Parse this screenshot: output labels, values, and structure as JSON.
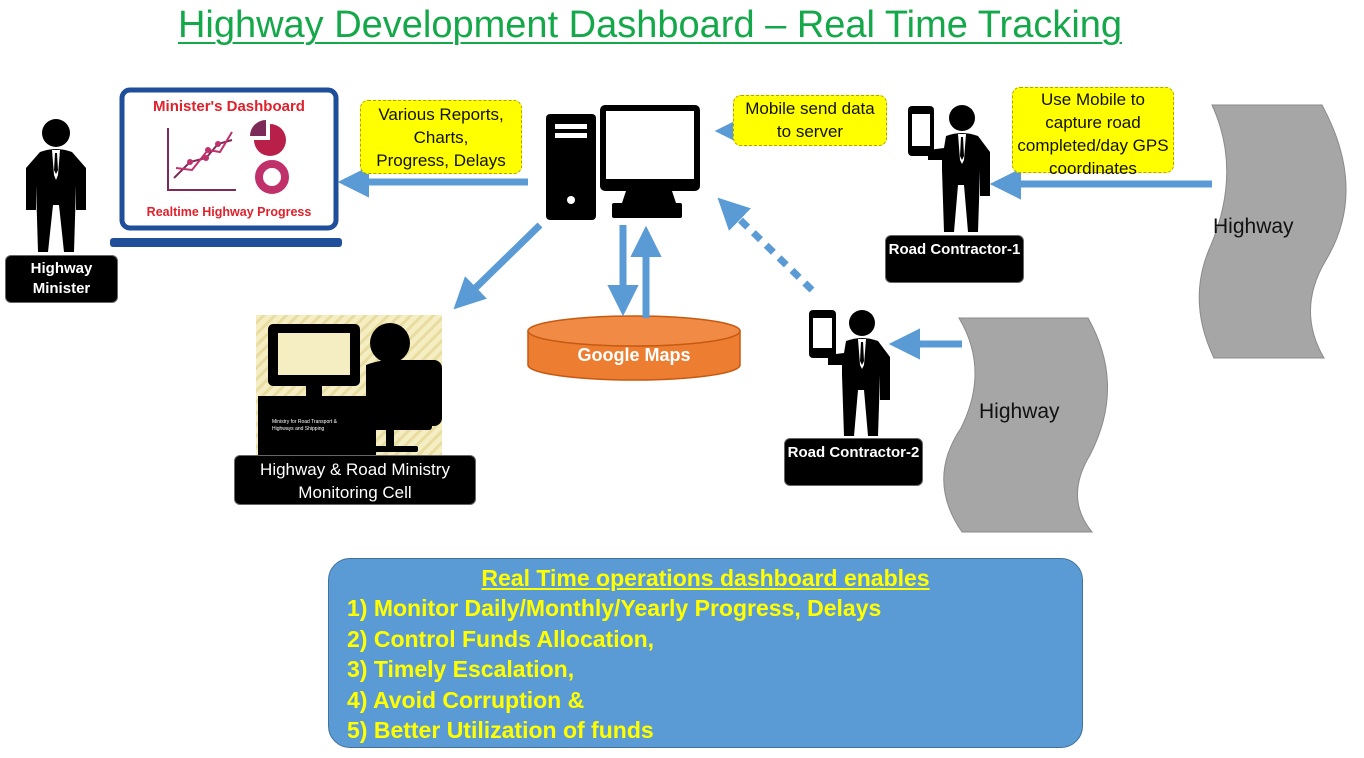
{
  "title": "Highway Development Dashboard – Real Time Tracking",
  "laptop": {
    "screen_title": "Minister's Dashboard",
    "screen_caption": "Realtime Highway Progress"
  },
  "callouts": {
    "reports": "Various Reports, Charts, Progress, Delays",
    "mobile_send": "Mobile send data to server",
    "capture": "Use Mobile to capture road completed/day GPS coordinates"
  },
  "labels": {
    "minister": "Highway Minister",
    "contractor1": "Road Contractor-1",
    "contractor2": "Road Contractor-2",
    "monitoring": "Highway & Road Ministry Monitoring Cell",
    "monitoring_badge": "Ministry for Road Transport & Highways and Shipping",
    "google_maps": "Google Maps",
    "highway_1": "Highway",
    "highway_2": "Highway"
  },
  "info": {
    "title": "Real Time operations dashboard enables",
    "items": [
      "1)  Monitor Daily/Monthly/Yearly Progress, Delays",
      "2) Control Funds Allocation,",
      "3) Timely Escalation,",
      "4) Avoid Corruption &",
      "5) Better Utilization of funds"
    ]
  },
  "colors": {
    "title": "#15a84a",
    "arrow": "#5b9bd5",
    "callout": "#ffff00",
    "info_box": "#5b9bd5",
    "info_text": "#ffff00",
    "google_maps": "#ed7d31",
    "laptop_frame": "#1f4e9a",
    "highway": "#a6a6a6"
  }
}
